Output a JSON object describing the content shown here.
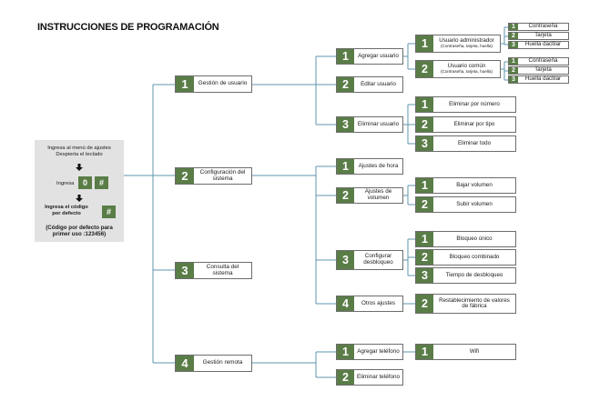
{
  "title": "INSTRUCCIONES DE PROGRAMACIÓN",
  "colors": {
    "accent": "#5a7d47",
    "wire": "#5f94ad",
    "panel": "#e2e2e2"
  },
  "start_panel": {
    "line1": "Ingresa al menú de ajustes",
    "line2": "Despierta el teclado",
    "enter_label": "Ingresa",
    "key_zero": "0",
    "key_hash": "#",
    "code_line1": "Ingresa el código",
    "code_line2": "por defecto",
    "note": "(Código por defecto para primer uso :123456)",
    "arrow_icon": "arrow-down-icon"
  },
  "menu": {
    "gestion_usuario": {
      "num": "1",
      "label": "Gestión de usuario",
      "agregar": {
        "num": "1",
        "label": "Agregar usuario",
        "admin": {
          "num": "1",
          "label": "Usuario administrador",
          "sub": "(Contraseña, tarjeta, huella)",
          "options": [
            {
              "num": "1",
              "label": "Contraseña"
            },
            {
              "num": "2",
              "label": "Tarjeta"
            },
            {
              "num": "3",
              "label": "Huella dactilar"
            }
          ]
        },
        "comun": {
          "num": "2",
          "label": "Usuario común",
          "sub": "(Contraseña, tarjeta, huella)",
          "options": [
            {
              "num": "1",
              "label": "Contraseña"
            },
            {
              "num": "2",
              "label": "Tarjeta"
            },
            {
              "num": "3",
              "label": "Huella dactilar"
            }
          ]
        }
      },
      "editar": {
        "num": "2",
        "label": "Editar usuario"
      },
      "eliminar": {
        "num": "3",
        "label": "Eliminar usuario",
        "options": [
          {
            "num": "1",
            "label": "Eliminar por número"
          },
          {
            "num": "2",
            "label": "Eliminar por tipo"
          },
          {
            "num": "3",
            "label": "Eliminar todo"
          }
        ]
      }
    },
    "config_sistema": {
      "num": "2",
      "label": "Configuración del sistema",
      "hora": {
        "num": "1",
        "label": "Ajustes de hora"
      },
      "volumen": {
        "num": "2",
        "label": "Ajustes de volumen",
        "options": [
          {
            "num": "1",
            "label": "Bajar volumen"
          },
          {
            "num": "2",
            "label": "Subir volumen"
          }
        ]
      },
      "desbloqueo": {
        "num": "3",
        "label": "Configurar desbloqueo",
        "options": [
          {
            "num": "1",
            "label": "Bloqueo único"
          },
          {
            "num": "2",
            "label": "Bloqueo combinado"
          },
          {
            "num": "3",
            "label": "Tiempo de desbloqueo"
          }
        ]
      },
      "otros": {
        "num": "4",
        "label": "Otros ajustes",
        "options": [
          {
            "num": "2",
            "label": "Restablecimiento de valores de fábrica"
          }
        ]
      }
    },
    "consulta": {
      "num": "3",
      "label": "Consulta del sistema"
    },
    "gestion_remota": {
      "num": "4",
      "label": "Gestión remota",
      "agregar_tel": {
        "num": "1",
        "label": "Agregar teléfono",
        "options": [
          {
            "num": "1",
            "label": "Wifi"
          }
        ]
      },
      "eliminar_tel": {
        "num": "2",
        "label": "Eliminar teléfono"
      }
    }
  }
}
